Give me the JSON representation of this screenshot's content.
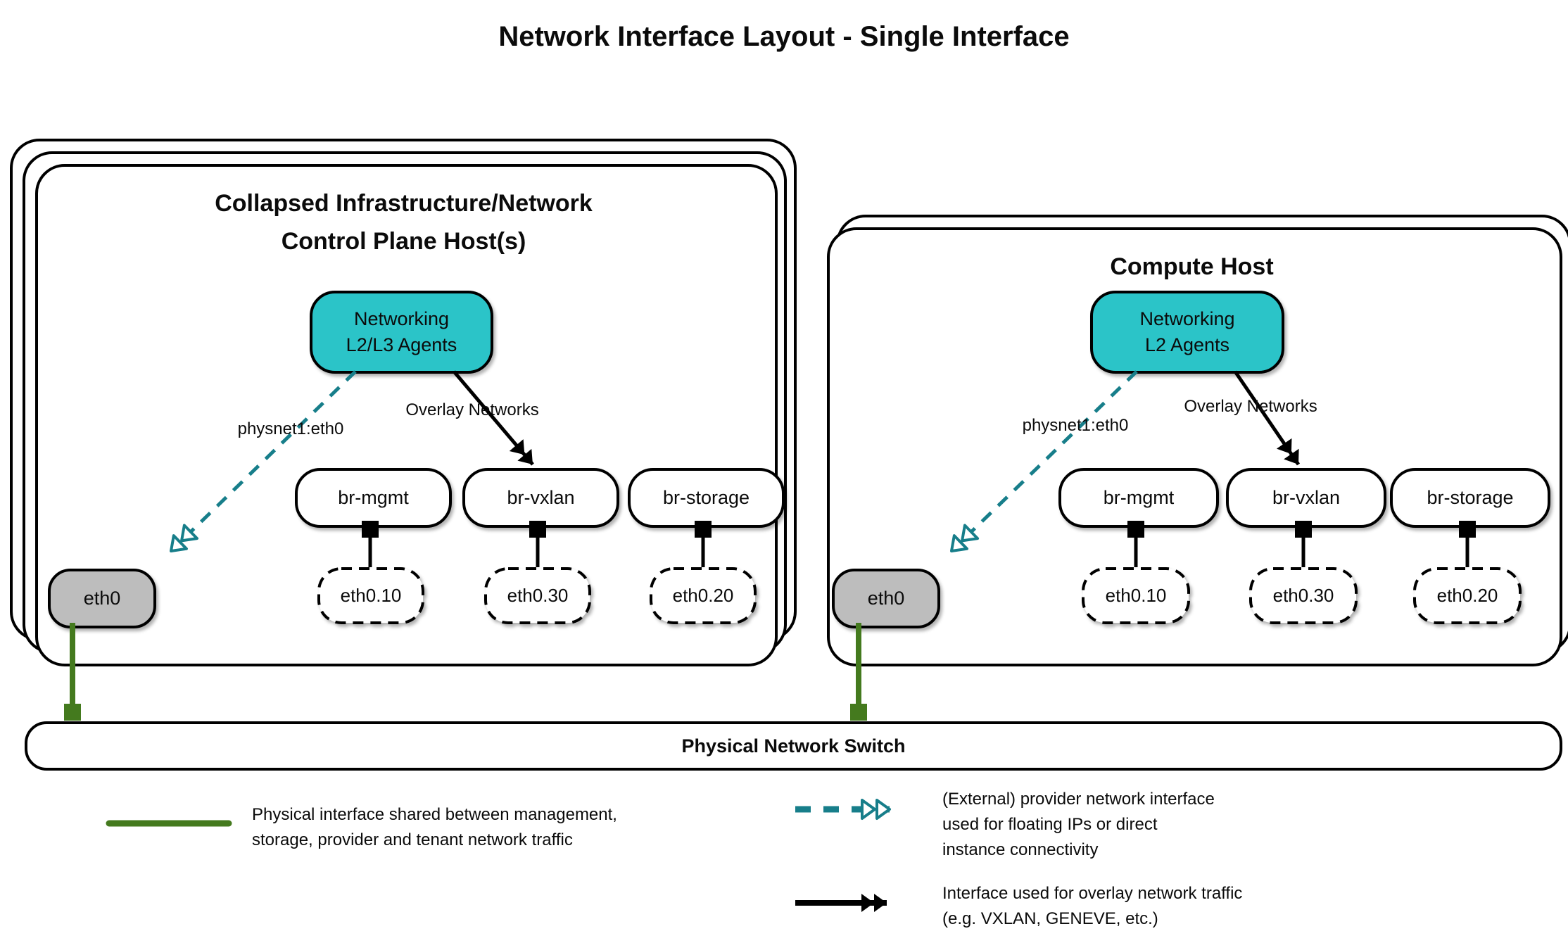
{
  "title": "Network Interface Layout - Single Interface",
  "colors": {
    "agent_fill": "#2bc4c8",
    "provider_arrow_teal": "#177e8a",
    "physical_line_green": "#447a1e",
    "interface_gray": "#bdbdbd"
  },
  "left_host": {
    "title_line1": "Collapsed Infrastructure/Network",
    "title_line2": "Control Plane Host(s)",
    "agent_line1": "Networking",
    "agent_line2": "L2/L3 Agents",
    "provider_label": "physnet1:eth0",
    "overlay_label": "Overlay Networks",
    "bridges": [
      {
        "label": "br-mgmt"
      },
      {
        "label": "br-vxlan"
      },
      {
        "label": "br-storage"
      }
    ],
    "physical_interface": "eth0",
    "vlan_interfaces": [
      {
        "label": "eth0.10"
      },
      {
        "label": "eth0.30"
      },
      {
        "label": "eth0.20"
      }
    ]
  },
  "right_host": {
    "title": "Compute Host",
    "agent_line1": "Networking",
    "agent_line2": "L2 Agents",
    "provider_label": "physnet1:eth0",
    "overlay_label": "Overlay Networks",
    "bridges": [
      {
        "label": "br-mgmt"
      },
      {
        "label": "br-vxlan"
      },
      {
        "label": "br-storage"
      }
    ],
    "physical_interface": "eth0",
    "vlan_interfaces": [
      {
        "label": "eth0.10"
      },
      {
        "label": "eth0.30"
      },
      {
        "label": "eth0.20"
      }
    ]
  },
  "switch": {
    "label": "Physical Network Switch"
  },
  "legend": {
    "physical": {
      "line1": "Physical interface shared between management,",
      "line2": "storage, provider and tenant network traffic"
    },
    "provider": {
      "line1": "(External) provider network interface",
      "line2": "used for floating IPs or direct",
      "line3": "instance connectivity"
    },
    "overlay": {
      "line1": "Interface used for overlay network traffic",
      "line2": "(e.g. VXLAN, GENEVE, etc.)"
    }
  }
}
